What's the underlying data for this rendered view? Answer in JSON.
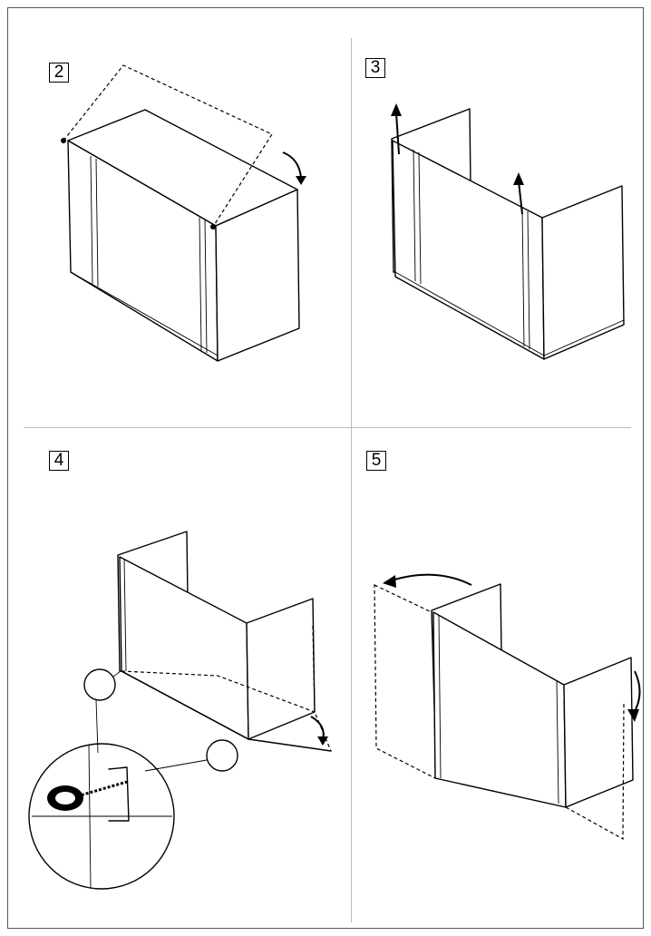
{
  "steps": [
    {
      "number": "2"
    },
    {
      "number": "3"
    },
    {
      "number": "4"
    },
    {
      "number": "5"
    }
  ]
}
